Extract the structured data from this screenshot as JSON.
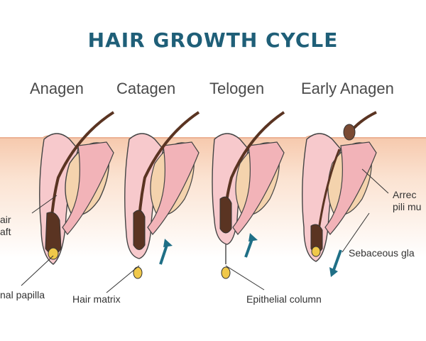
{
  "title": "HAIR GROWTH CYCLE",
  "stages": [
    {
      "label": "Anagen"
    },
    {
      "label": "Catagen"
    },
    {
      "label": "Telogen"
    },
    {
      "label": "Early Anagen"
    }
  ],
  "callouts": {
    "hair_shaft": [
      "air",
      "aft"
    ],
    "dermal_papilla": "nal papilla",
    "hair_matrix": "Hair matrix",
    "epithelial_column": "Epithelial column",
    "arrector": [
      "Arrec",
      "pili mu"
    ],
    "sebaceous": "Sebaceous gla"
  },
  "colors": {
    "title": "#1f5f78",
    "skin": "#fbe3d2",
    "skin_edge": "#f4c6a8",
    "follicle": "#f6c3c6",
    "gland": "#f3d7a8",
    "hair": "#5a3422",
    "arrow": "#1f6f86",
    "papilla": "#f0c84a"
  }
}
